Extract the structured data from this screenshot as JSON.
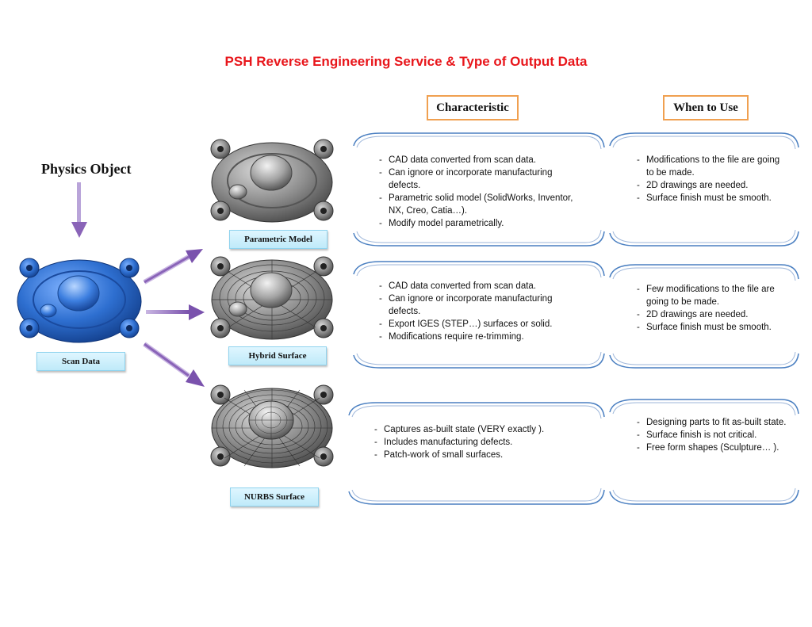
{
  "title": "PSH Reverse Engineering Service & Type of Output Data",
  "headers": {
    "characteristic": "Characteristic",
    "when_to_use": "When to Use"
  },
  "physics_object": "Physics Object",
  "scan_label": "Scan Data",
  "colors": {
    "title": "#e8161b",
    "header_border": "#f0a050",
    "arrow": "#8a64b8",
    "frame": "#4a7fc1",
    "scan_blue": "#2e6fd0"
  },
  "rows": [
    {
      "label": "Parametric Model",
      "characteristic": [
        "CAD data converted from scan data.",
        "Can ignore or incorporate manufacturing defects.",
        "Parametric solid model (SolidWorks, Inventor, NX, Creo, Catia…).",
        "Modify model parametrically."
      ],
      "when": [
        "Modifications to the file are going to be made.",
        "2D drawings are needed.",
        "Surface finish must be smooth."
      ]
    },
    {
      "label": "Hybrid Surface",
      "characteristic": [
        "CAD data converted from scan data.",
        "Can ignore or incorporate manufacturing defects.",
        "Export IGES (STEP…) surfaces or solid.",
        "Modifications require re-trimming."
      ],
      "when": [
        "Few modifications to the file are going to be made.",
        "2D drawings are needed.",
        "Surface finish must be smooth."
      ]
    },
    {
      "label": "NURBS Surface",
      "characteristic": [
        "Captures as-built state (VERY exactly ).",
        "Includes manufacturing defects.",
        "Patch-work of small surfaces."
      ],
      "when": [
        "Designing parts to fit as-built state.",
        "Surface finish is not critical.",
        "Free form shapes (Sculpture… )."
      ]
    }
  ]
}
